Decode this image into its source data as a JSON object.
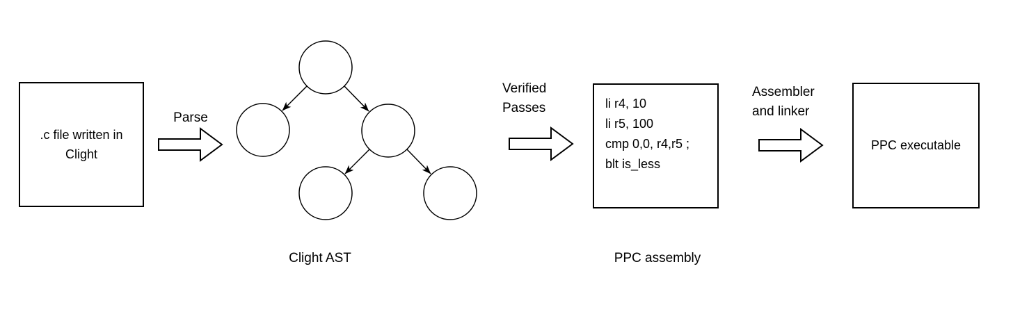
{
  "colors": {
    "background": "#ffffff",
    "line": "#000000",
    "text": "#000000"
  },
  "pipeline": {
    "source_box": {
      "label": ".c file written in\nClight"
    },
    "parse_arrow": {
      "label": "Parse"
    },
    "ast": {
      "caption": "Clight AST",
      "nodes": [
        "root",
        "left-child",
        "right-child",
        "right-left-grandchild",
        "right-right-grandchild"
      ],
      "edges": [
        [
          "root",
          "left-child"
        ],
        [
          "root",
          "right-child"
        ],
        [
          "right-child",
          "right-left-grandchild"
        ],
        [
          "right-child",
          "right-right-grandchild"
        ]
      ]
    },
    "verified_arrow": {
      "label": "Verified\nPasses"
    },
    "assembly_box": {
      "code": "li r4, 10\nli r5, 100\ncmp 0,0, r4,r5 ;\nblt is_less",
      "caption": "PPC assembly"
    },
    "assembler_arrow": {
      "label": "Assembler\nand linker"
    },
    "executable_box": {
      "label": "PPC executable"
    }
  }
}
